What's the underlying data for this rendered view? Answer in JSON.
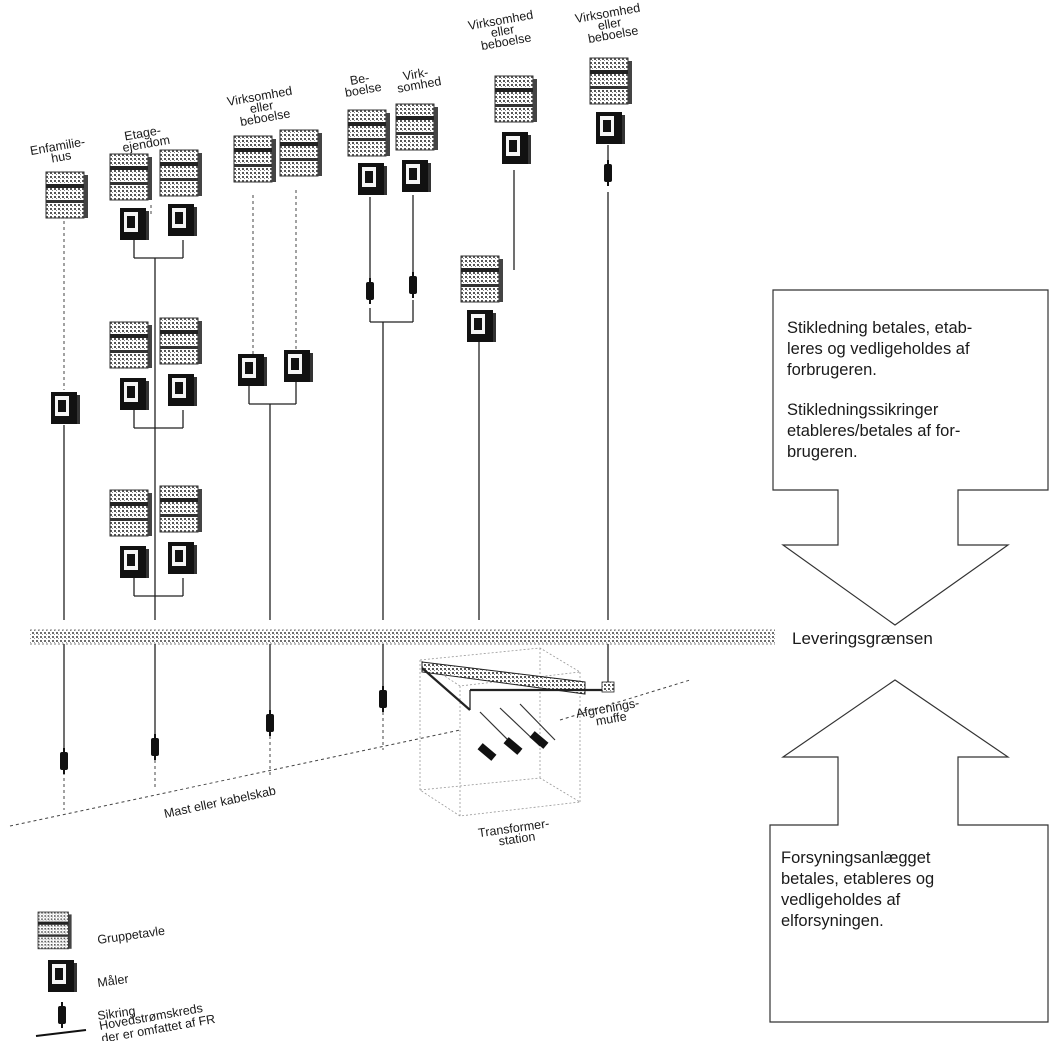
{
  "buildings": {
    "enfamiliehus": [
      "Enfamilie-",
      "hus"
    ],
    "etageejendom": [
      "Etage-",
      "ejendom"
    ],
    "virksomhed_eller_beboelse_1": [
      "Virksomhed",
      "eller",
      "beboelse"
    ],
    "beboelse": [
      "Be-",
      "boelse"
    ],
    "virksomhed": [
      "Virk-",
      "somhed"
    ],
    "virksomhed_eller_beboelse_2": [
      "Virksomhed",
      "eller",
      "beboelse"
    ],
    "virksomhed_eller_beboelse_3": [
      "Virksomhed",
      "eller",
      "beboelse"
    ]
  },
  "labels": {
    "leveringsgraensen": "Leveringsgrænsen",
    "mast": "Mast eller kabelskab",
    "transformer": [
      "Transformer-",
      "station"
    ],
    "afgrening": [
      "Afgrenings-",
      "muffe"
    ]
  },
  "callouts": {
    "top": [
      "Stikledning betales, etab-\nleres og vedligeholdes af\nforbrugeren.",
      "Stikledningssikringer\netableres/betales af for-\nbrugeren."
    ],
    "bottom": [
      "Forsyningsanlægget\nbetales, etableres og\nvedligeholdes af\nelforsyningen."
    ]
  },
  "legend": {
    "gruppetavle": "Gruppetavle",
    "maaler": "Måler",
    "sikring": "Sikring",
    "hovedstroemskreds": [
      "Hovedstrømskreds",
      "der er omfattet af FR"
    ]
  }
}
